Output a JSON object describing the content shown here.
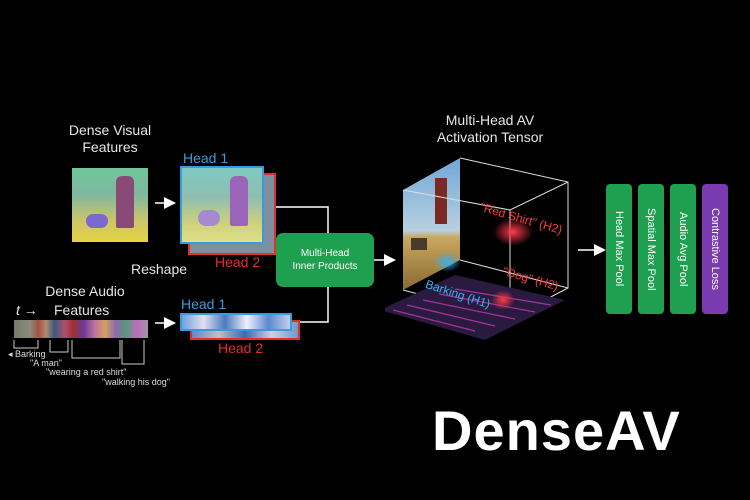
{
  "visual": {
    "title_line1": "Dense Visual",
    "title_line2": "Features"
  },
  "audio": {
    "title_line1": "Dense Audio",
    "title_prefix": "t →",
    "title_line2": "Features"
  },
  "heads": {
    "visual_h1": "Head 1",
    "visual_h2": "Head 2",
    "audio_h1": "Head 1",
    "audio_h2": "Head 2"
  },
  "reshape": "Reshape",
  "inner_products": {
    "line1": "Multi-Head",
    "line2": "Inner Products"
  },
  "tensor": {
    "title_line1": "Multi-Head AV",
    "title_line2": "Activation Tensor"
  },
  "tensor_labels": {
    "red_shirt": "\"Red Shirt\" (H2)",
    "dog": "\"Dog\" (H2)",
    "barking": "Barking (H1)"
  },
  "pools": [
    {
      "label": "Head Max Pool",
      "color": "#1fa050"
    },
    {
      "label": "Spatial Max Pool",
      "color": "#1fa050"
    },
    {
      "label": "Audio Avg Pool",
      "color": "#1fa050"
    },
    {
      "label": "Contrastive Loss",
      "color": "#7a3ab0"
    }
  ],
  "captions": {
    "barking": "Barking",
    "a_man": "\"A man\"",
    "red_shirt": "\"wearing a red shirt\"",
    "dog": "\"walking his dog\""
  },
  "brand": "DenseAV"
}
